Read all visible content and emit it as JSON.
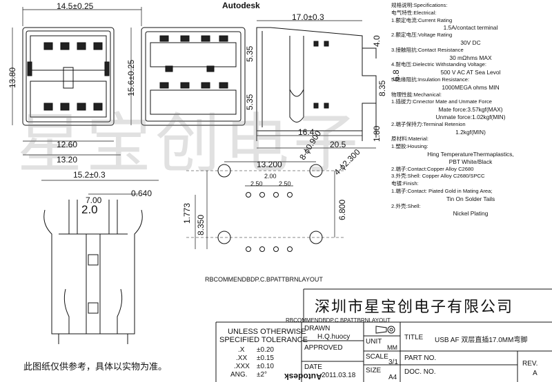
{
  "header": {
    "autodesk_top": "Autodesk",
    "autodesk_bottom": "Autodesk"
  },
  "front_view": {
    "width_label": "14.5±0.25",
    "height_left": "13.80",
    "height_right": "15.6±0.25",
    "bottom_inner": "12.60",
    "bottom_outer": "13.20"
  },
  "side_view": {
    "length_top": "17.0±0.3",
    "d_535_a": "5.35",
    "d_535_b": "5.35",
    "d_40": "4.0",
    "d_835": "8.35",
    "d_68": "6.8",
    "d_164": "16.4",
    "d_205": "20.5",
    "d_180": "1.80"
  },
  "pcb_layout": {
    "d_13200": "13.200",
    "hole_small": "8-ϕ0.900",
    "hole_large": "4-ϕ2.300",
    "pitch_a": "2.50",
    "pitch_b": "2.00",
    "pitch_c": "2.50",
    "d_1773": "1.773",
    "d_8350": "8.350",
    "d_6800": "6.800",
    "layout_name": "RBCOMMENDBDP.C.BPATTBRNLAYOUT"
  },
  "bottom_view": {
    "width": "15.2±0.3",
    "d_0640": "0.640",
    "d_700": "7.00",
    "d_20": "2.0"
  },
  "watermark": "星宝创电子",
  "specs": {
    "title": "规格说明:Specifications:",
    "electrical": "电气特性:Electrical:",
    "current": "1.额定电流:Current Rating",
    "current_v": "1.5A/contact terminal",
    "voltage": "2.额定电压:Voltage Rating",
    "voltage_v": "30V DC",
    "resistance": "3.接触阻抗:Contact Resistance",
    "resistance_v": "30 mΩhms MAX",
    "dielectric": "4.耐电压:Dielectric Withstanding Voltage:",
    "dielectric_v": "500 V AC AT Sea Levol",
    "insulation": "5.绝缘阻抗:Insulation Resistance:",
    "insulation_v": "1000MEGA ohms MIN",
    "mechanical": "物理性能:Mechanical:",
    "force": "1.插拔力:Cnnector Mate and Unmate Force",
    "mate_v": "Mate force:3.57kgf(MAX)",
    "unmate_v": "Unmate force:1.02kgf(MIN)",
    "retention": "2.端子保持力:Terminal Retenion",
    "retention_v": "1.2kgf(MIN)",
    "material": "原材料:Material:",
    "housing": "1.塑胶:Housing:",
    "housing_v1": "Hing TemperatureThermaplastics,",
    "housing_v2": "PBT White/Black",
    "contact": "2.端子:Contact:Copper Alloy C2680",
    "shell": "3.外壳:Shell: Copper Alloy C2680/SPCC",
    "finish": "电镀:Finish:",
    "finish_contact": "1.端子:Contact: Piated Gold in Mating Area;",
    "finish_contact_v": "Tin On Solder Tails",
    "finish_shell": "2.外壳:Shell:",
    "finish_shell_v": "Nickel Plating"
  },
  "title_block": {
    "company": "深圳市星宝创电子有限公司",
    "layout_ref": "RBCOMMENDBDP.C.BPATTBRNLAYOUT",
    "unless_1": "UNLESS  OTHERWISE",
    "unless_2": "SPECIFIED TOLERANCE",
    "tol_x": ".X",
    "tol_x_v": "±0.20",
    "tol_xx": ".XX",
    "tol_xx_v": "±0.15",
    "tol_xxx": ".XXX",
    "tol_xxx_v": "±0.10",
    "tol_ang": "ANG.",
    "tol_ang_v": "±2°",
    "drawn_label": "DRAWN",
    "drawn_v": "H.Q.huocy",
    "approved_label": "APPROVED",
    "date_label": "DATE",
    "date_v": "2011.03.18",
    "unit_label": "UNIT",
    "unit_v": "MM",
    "scale_label": "SCALE",
    "scale_v": "3/1",
    "size_label": "SIZE",
    "size_v": "A4",
    "title_label": "TITLE",
    "title_v": "USB AF  双层直插17.0MM弯脚",
    "part_label": "PART NO.",
    "doc_label": "DOC. NO.",
    "rev_label": "REV.",
    "rev_v": "A"
  },
  "note": "此图纸仅供参考，具体以实物为准。"
}
